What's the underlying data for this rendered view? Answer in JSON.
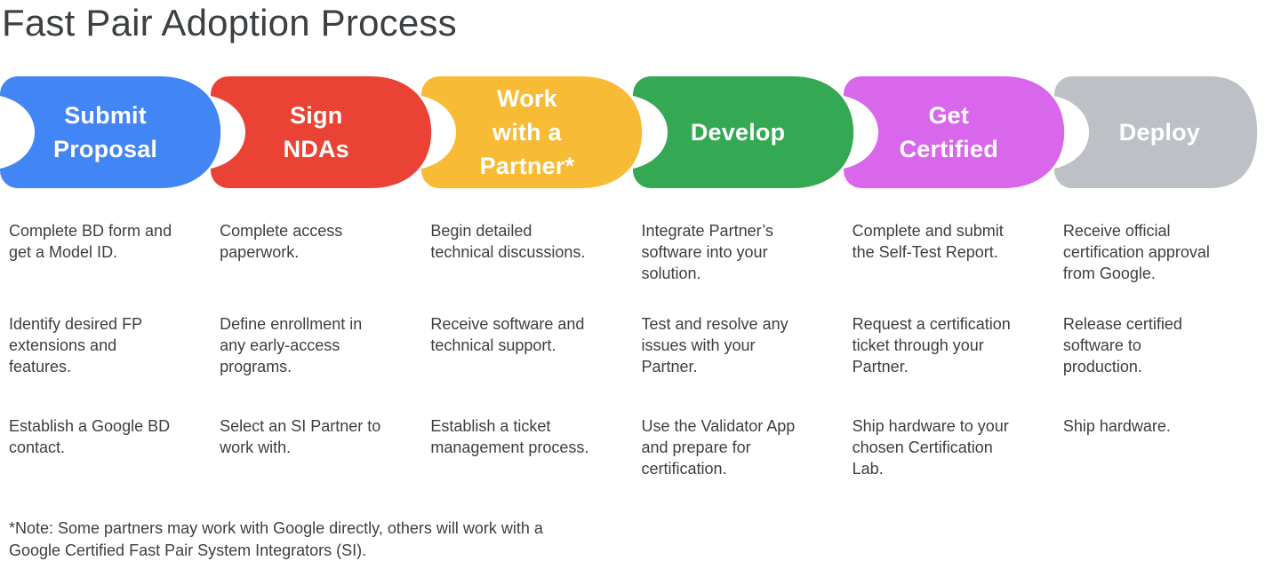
{
  "title": "Fast Pair Adoption Process",
  "text_color": "#3C4043",
  "footnote": {
    "lines": [
      "*Note: Some partners may work with Google directly, others will work with a",
      "Google Certified Fast Pair System Integrators (SI)."
    ]
  },
  "stages": [
    {
      "label": "Submit Proposal",
      "label_lines": [
        "Submit",
        "Proposal"
      ],
      "color": "#4285F4",
      "items": [
        {
          "lines": [
            "Complete BD form and",
            "get a Model ID."
          ]
        },
        {
          "lines": [
            "Identify desired FP",
            "extensions and",
            "features."
          ]
        },
        {
          "lines": [
            "Establish a Google BD",
            "contact."
          ]
        }
      ]
    },
    {
      "label": "Sign NDAs",
      "label_lines": [
        "Sign",
        "NDAs"
      ],
      "color": "#EA4335",
      "items": [
        {
          "lines": [
            "Complete access",
            "paperwork."
          ]
        },
        {
          "lines": [
            "Define enrollment in",
            "any early-access",
            "programs."
          ]
        },
        {
          "lines": [
            "Select an SI Partner to",
            "work with."
          ]
        }
      ]
    },
    {
      "label": "Work with a Partner*",
      "label_lines": [
        "Work",
        "with a",
        "Partner*"
      ],
      "color": "#F8BB35",
      "items": [
        {
          "lines": [
            "Begin detailed",
            "technical discussions."
          ]
        },
        {
          "lines": [
            "Receive software and",
            "technical support."
          ]
        },
        {
          "lines": [
            "Establish a ticket",
            "management process."
          ]
        }
      ]
    },
    {
      "label": "Develop",
      "label_lines": [
        "Develop"
      ],
      "color": "#34A853",
      "items": [
        {
          "lines": [
            "Integrate Partner’s",
            "software into your",
            "solution."
          ]
        },
        {
          "lines": [
            "Test and resolve any",
            "issues with your",
            "Partner."
          ]
        },
        {
          "lines": [
            "Use the Validator App",
            "and prepare for",
            "certification."
          ]
        }
      ]
    },
    {
      "label": "Get Certified",
      "label_lines": [
        "Get",
        "Certified"
      ],
      "color": "#D867EC",
      "items": [
        {
          "lines": [
            "Complete and submit",
            "the Self-Test Report."
          ]
        },
        {
          "lines": [
            "Request a certification",
            "ticket through your",
            "Partner."
          ]
        },
        {
          "lines": [
            "Ship hardware to your",
            "chosen Certification",
            "Lab."
          ]
        }
      ]
    },
    {
      "label": "Deploy",
      "label_lines": [
        "Deploy"
      ],
      "color": "#BDC1C6",
      "items": [
        {
          "lines": [
            "Receive official",
            "certification approval",
            "from Google."
          ]
        },
        {
          "lines": [
            "Release certified",
            "software to",
            "production."
          ]
        },
        {
          "lines": [
            "Ship hardware."
          ]
        }
      ]
    }
  ]
}
